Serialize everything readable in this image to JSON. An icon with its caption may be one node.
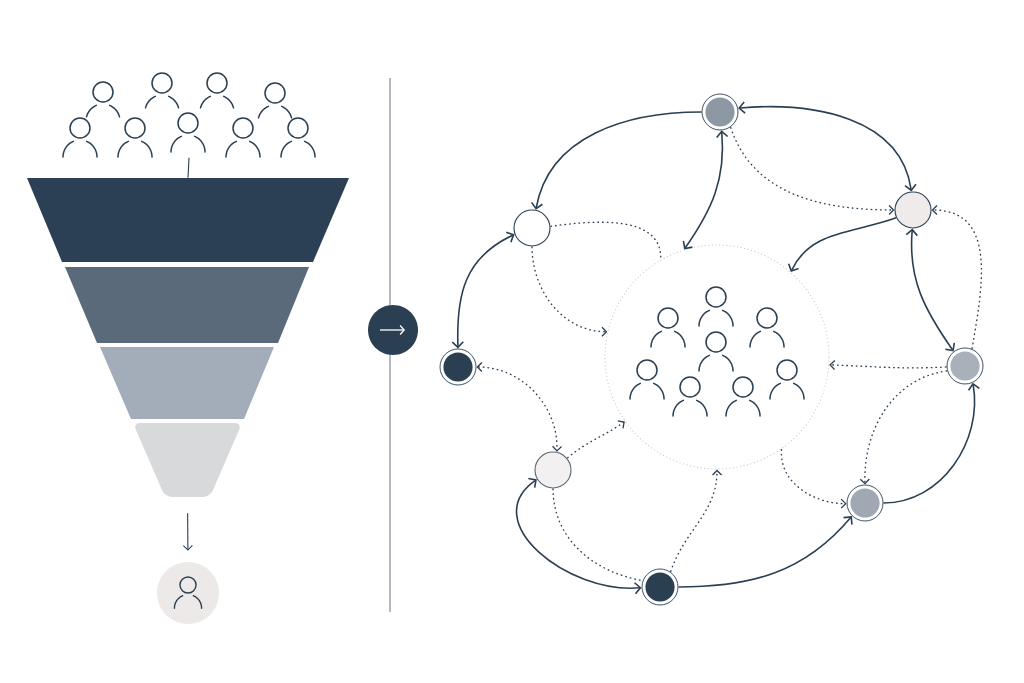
{
  "diagram": {
    "nodes": [
      {
        "text": [],
        "shape": "person"
      },
      {
        "text": [],
        "shape": "trapezoid"
      },
      {
        "text": [],
        "shape": "trapezoid"
      },
      {
        "text": [],
        "shape": "trapezoid"
      },
      {
        "text": [],
        "shape": "trapezoid"
      },
      {
        "text": [],
        "shape": "circle"
      },
      {
        "text": [],
        "shape": "circle"
      },
      {
        "text": [],
        "shape": "circle"
      },
      {
        "text": [],
        "shape": "circle"
      },
      {
        "text": [],
        "shape": "circle"
      },
      {
        "text": [],
        "shape": "circle"
      },
      {
        "text": [],
        "shape": "circle"
      },
      {
        "text": [],
        "shape": "circle"
      },
      {
        "text": [],
        "shape": "circle"
      },
      {
        "text": [],
        "shape": "circle"
      }
    ],
    "edges": [
      {
        "from": 0,
        "to": 1,
        "arrow": "none"
      },
      {
        "from": 4,
        "to": 5,
        "arrow": "to"
      },
      {
        "from": 6,
        "to": 7,
        "arrow": "to"
      },
      {
        "from": 6,
        "to": 8,
        "arrow": "both"
      },
      {
        "from": 6,
        "to": 9,
        "arrow": "both"
      },
      {
        "from": 7,
        "to": 10,
        "arrow": "both"
      },
      {
        "from": 8,
        "to": 9,
        "arrow": "to"
      },
      {
        "from": 8,
        "to": 11,
        "arrow": "both"
      },
      {
        "from": 13,
        "to": 11,
        "arrow": "to"
      },
      {
        "from": 14,
        "to": 13,
        "arrow": "to"
      },
      {
        "from": 12,
        "to": 14,
        "arrow": "both"
      },
      {
        "from": 7,
        "to": 9,
        "arrow": "to",
        "style": "dashed"
      },
      {
        "from": 7,
        "to": 9,
        "arrow": "none",
        "style": "dashed"
      },
      {
        "from": 10,
        "to": 12,
        "arrow": "both",
        "style": "dashed"
      },
      {
        "from": 12,
        "to": 9,
        "arrow": "to",
        "style": "dashed"
      },
      {
        "from": 12,
        "to": 14,
        "arrow": "none",
        "style": "dashed"
      },
      {
        "from": 14,
        "to": 9,
        "arrow": "to",
        "style": "dashed"
      },
      {
        "from": 6,
        "to": 8,
        "arrow": "to",
        "style": "dashed"
      },
      {
        "from": 11,
        "to": 8,
        "arrow": "to",
        "style": "dashed"
      },
      {
        "from": 11,
        "to": 9,
        "arrow": "to",
        "style": "dashed"
      },
      {
        "from": 11,
        "to": 13,
        "arrow": "to",
        "style": "dashed"
      },
      {
        "from": 9,
        "to": 13,
        "arrow": "to",
        "style": "dashed"
      }
    ]
  }
}
